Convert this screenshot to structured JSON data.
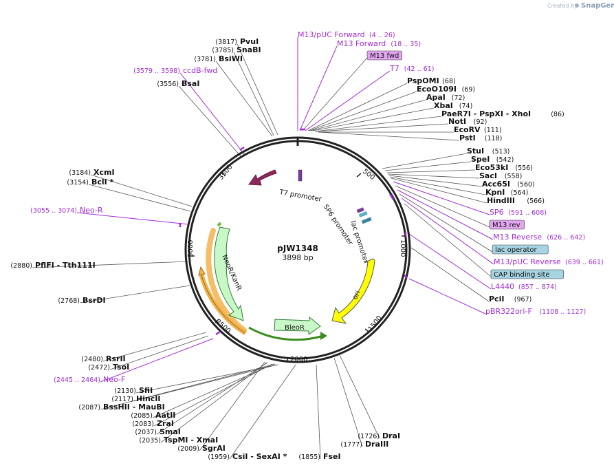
{
  "header": {
    "credit": "Created by",
    "brand": "SnapGene"
  },
  "plasmid": {
    "name": "pJW1348",
    "length": "3898 bp"
  },
  "ticks": [
    "500",
    "1000",
    "1500",
    "2000",
    "2500",
    "3000",
    "3500"
  ],
  "features": {
    "ccdB": "ccdB",
    "neo": "NeoR/KanR",
    "bleo": "BleoR",
    "ori": "ori"
  },
  "promoters": {
    "t7": "T7 promoter",
    "sp6": "SP6 promoter",
    "lac": "lac promoter"
  },
  "right_labels": [
    {
      "name": "M13/pUC Forward",
      "range": "(4 .. 26)",
      "kind": "primer"
    },
    {
      "name": "M13 Forward",
      "range": "(18 .. 35)",
      "kind": "primer"
    },
    {
      "name": "M13 fwd",
      "range": "",
      "kind": "box"
    },
    {
      "name": "T7",
      "range": "(42 .. 61)",
      "kind": "primer"
    },
    {
      "name": "PspOMI",
      "range": "(68)",
      "kind": "enzyme"
    },
    {
      "name": "EcoO109I",
      "range": "(69)",
      "kind": "enzyme"
    },
    {
      "name": "ApaI",
      "range": "(72)",
      "kind": "enzyme"
    },
    {
      "name": "XbaI",
      "range": "(74)",
      "kind": "enzyme"
    },
    {
      "name": "PaeR7I - PspXI - XhoI",
      "range": "(86)",
      "kind": "enzyme"
    },
    {
      "name": "NotI",
      "range": "(92)",
      "kind": "enzyme"
    },
    {
      "name": "EcoRV",
      "range": "(111)",
      "kind": "enzyme"
    },
    {
      "name": "PstI",
      "range": "(118)",
      "kind": "enzyme"
    },
    {
      "name": "StuI",
      "range": "(513)",
      "kind": "enzyme"
    },
    {
      "name": "SpeI",
      "range": "(542)",
      "kind": "enzyme"
    },
    {
      "name": "Eco53kI",
      "range": "(556)",
      "kind": "enzyme"
    },
    {
      "name": "SacI",
      "range": "(558)",
      "kind": "enzyme"
    },
    {
      "name": "Acc65I",
      "range": "(560)",
      "kind": "enzyme"
    },
    {
      "name": "KpnI",
      "range": "(564)",
      "kind": "enzyme"
    },
    {
      "name": "HindIII",
      "range": "(566)",
      "kind": "enzyme"
    },
    {
      "name": "SP6",
      "range": "(591 .. 608)",
      "kind": "primer"
    },
    {
      "name": "M13 rev",
      "range": "",
      "kind": "box"
    },
    {
      "name": "M13 Reverse",
      "range": "(626 .. 642)",
      "kind": "primer"
    },
    {
      "name": "lac operator",
      "range": "",
      "kind": "bluebox"
    },
    {
      "name": "M13/pUC Reverse",
      "range": "(639 .. 661)",
      "kind": "primer"
    },
    {
      "name": "CAP binding site",
      "range": "",
      "kind": "bluebox"
    },
    {
      "name": "L4440",
      "range": "(857 .. 874)",
      "kind": "primer"
    },
    {
      "name": "PciI",
      "range": "(967)",
      "kind": "enzyme"
    },
    {
      "name": "pBR322ori-F",
      "range": "(1108 .. 1127)",
      "kind": "primer"
    }
  ],
  "left_labels": [
    {
      "name": "PvuI",
      "range": "(3817)",
      "kind": "enzyme"
    },
    {
      "name": "SnaBI",
      "range": "(3785)",
      "kind": "enzyme"
    },
    {
      "name": "BsiWI",
      "range": "(3781)",
      "kind": "enzyme"
    },
    {
      "name": "ccdB-fwd",
      "range": "(3579 .. 3598)",
      "kind": "primer"
    },
    {
      "name": "BsaI",
      "range": "(3556)",
      "kind": "enzyme"
    },
    {
      "name": "XcmI",
      "range": "(3184)",
      "kind": "enzyme"
    },
    {
      "name": "BclI *",
      "range": "(3154)",
      "kind": "enzyme"
    },
    {
      "name": "Neo-R",
      "range": "(3055 .. 3074)",
      "kind": "primer"
    },
    {
      "name": "PflFI - Tth111I",
      "range": "(2880)",
      "kind": "enzyme"
    },
    {
      "name": "BsrDI",
      "range": "(2768)",
      "kind": "enzyme"
    },
    {
      "name": "RsrII",
      "range": "(2480)",
      "kind": "enzyme"
    },
    {
      "name": "TsoI",
      "range": "(2472)",
      "kind": "enzyme"
    },
    {
      "name": "Neo-F",
      "range": "(2445 .. 2464)",
      "kind": "primer"
    }
  ],
  "bottom_labels": [
    {
      "name": "SfiI",
      "range": "(2130)",
      "kind": "enzyme"
    },
    {
      "name": "HincII",
      "range": "(2117)",
      "kind": "enzyme"
    },
    {
      "name": "BssHII - MauBI",
      "range": "(2087)",
      "kind": "enzyme"
    },
    {
      "name": "AatII",
      "range": "(2085)",
      "kind": "enzyme"
    },
    {
      "name": "ZraI",
      "range": "(2083)",
      "kind": "enzyme"
    },
    {
      "name": "SmaI",
      "range": "(2037)",
      "kind": "enzyme"
    },
    {
      "name": "TspMI - XmaI",
      "range": "(2035)",
      "kind": "enzyme"
    },
    {
      "name": "SgrAI",
      "range": "(2009)",
      "kind": "enzyme"
    },
    {
      "name": "CsiI - SexAI *",
      "range": "(1959)",
      "kind": "enzyme"
    },
    {
      "name": "FseI",
      "range": "(1855)",
      "kind": "enzyme"
    },
    {
      "name": "DraIII",
      "range": "(1777)",
      "kind": "enzyme"
    },
    {
      "name": "DraI",
      "range": "(1726)",
      "kind": "enzyme"
    }
  ],
  "colors": {
    "primer": "#a02bd6",
    "ccdB": "#8b2a5a",
    "resistance_fill": "#c8f7c8",
    "resistance_stroke": "#2e7d32",
    "ori": "#ffff00",
    "box_purple": "#e2a6f0",
    "box_blue": "#a6d4e3"
  }
}
